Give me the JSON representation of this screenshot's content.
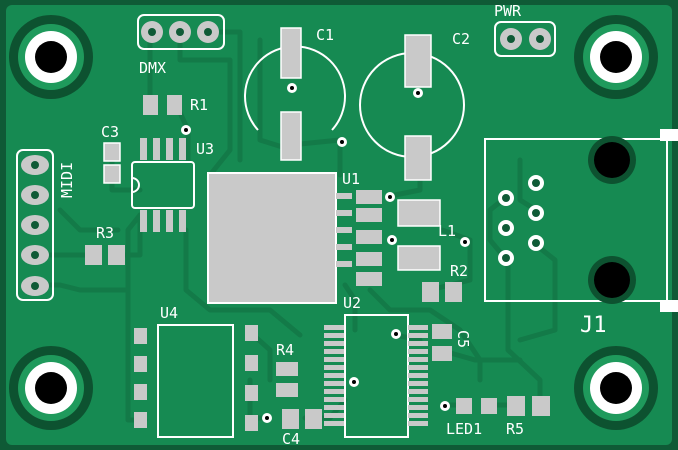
{
  "colors": {
    "board": "#0f5a36",
    "copper": "#168a52",
    "trace": "#137a48",
    "pad": "#c9c9c9",
    "silkscreen": "#ffffff",
    "hole": "#000000"
  },
  "labels": {
    "dmx": "DMX",
    "pwr": "PWR",
    "midi": "MIDI",
    "r1": "R1",
    "r2": "R2",
    "r3": "R3",
    "r4": "R4",
    "r5": "R5",
    "c1": "C1",
    "c2": "C2",
    "c3": "C3",
    "c4": "C4",
    "c5": "C5",
    "u1": "U1",
    "u2": "U2",
    "u3": "U3",
    "u4": "U4",
    "l1": "L1",
    "led1": "LED1",
    "j1": "J1"
  }
}
